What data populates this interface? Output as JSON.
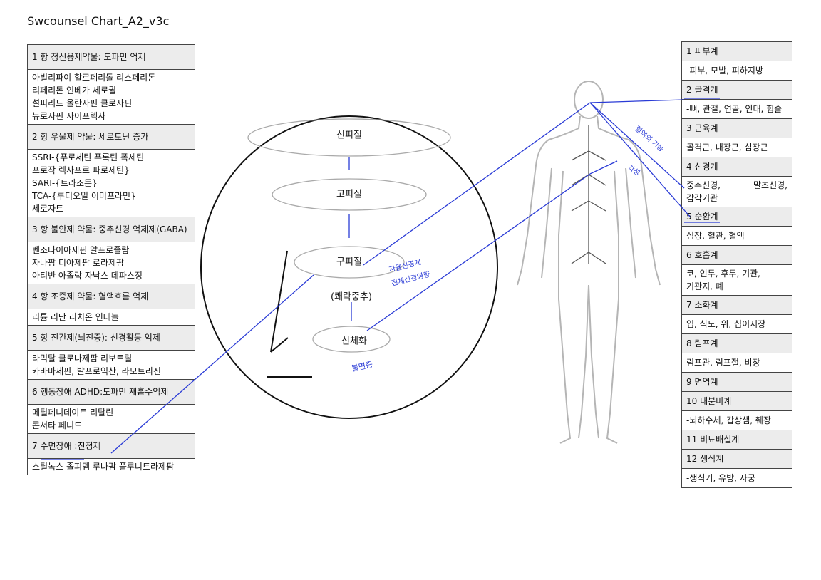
{
  "title": "Swcounsel Chart_A2_v3c",
  "drug_sections": [
    {
      "heading": "1 항 정신용제약물: 도파민 억제",
      "items": [
        "아빌리파이 할로페리돌 리스페리돈",
        "리페리돈 인베가 세로퀼",
        "설피리드 올란자핀 클로자핀",
        "뉴로자핀 자이프렉사"
      ]
    },
    {
      "heading": "2 항 우울제 약물: 세로토닌 증가",
      "items": [
        "SSRI-{푸로세틴 푸록틴 폭세틴",
        "프로작 렉사프로 파로세틴}",
        "SARI-{트라조돈}",
        "TCA-{루디오밀 이미프라민}",
        "세로자트"
      ]
    },
    {
      "heading": "3 항 불안제 약물: 중추신경 억제제(GABA)",
      "items": [
        "벤조다이아제핀 알프로졸람",
        "자나팜 디아제팜 로라제팜",
        "아티반 아졸락 자낙스 데파스정"
      ]
    },
    {
      "heading": "4 항 조증제 약물: 혈액흐름 억제",
      "items": [
        "리튬 리단 리치온 인데놀"
      ]
    },
    {
      "heading": "5 항 전간제(뇌전증): 신경활동 억제",
      "items": [
        "라믹탈 클로나제팜 리보트릴",
        "카바마제핀, 발프로익산, 라모트리진"
      ]
    },
    {
      "heading": "6 행동장애 ADHD:도파민 재흡수억제",
      "items": [
        "메틸페니데이트 리탈린",
        "콘서타 페니드"
      ]
    },
    {
      "heading": "7 수면장애 :진정제",
      "items": [
        "스틸녹스 졸피뎀 루나팜 플루니트라제팜"
      ]
    }
  ],
  "body_systems": [
    {
      "heading": "1 피부계",
      "detail": "-피부, 모발, 피하지방"
    },
    {
      "heading": "2 골격계",
      "detail": "-뼈, 관절, 연골, 인대, 힘줄"
    },
    {
      "heading": "3 근육계",
      "detail": "골격근, 내장근, 심장근"
    },
    {
      "heading": "4 신경계",
      "detail_left": "중추신경,",
      "detail_right": "말초신경,",
      "detail_line2": "감각기관"
    },
    {
      "heading": "5 순환계",
      "detail": "심장, 혈관, 혈액"
    },
    {
      "heading": "6 호흡계",
      "detail_left": "코, 인두, 후두, 기관,",
      "detail_line2": "기관지, 폐"
    },
    {
      "heading": "7 소화계",
      "detail": "입, 식도, 위, 십이지장"
    },
    {
      "heading": "8 림프계",
      "detail": "림프관, 림프절, 비장"
    },
    {
      "heading": "9 면역계",
      "detail": ""
    },
    {
      "heading": "10 내분비계",
      "detail": "-뇌하수체, 갑상샘, 췌장"
    },
    {
      "heading": "11 비뇨배설계",
      "detail": ""
    },
    {
      "heading": "12 생식계",
      "detail": "-생식기, 유방, 자궁"
    }
  ],
  "brain": {
    "levels": [
      "신피질",
      "고피질",
      "구피질",
      "신체화"
    ],
    "caption": "(쾌락중추)"
  },
  "annotations": {
    "ink_color": "#2a3bd6",
    "note_bottom": "불면증",
    "note_mid_1": "자율신경계",
    "note_mid_2": "전체신경영향",
    "note_body_1": "혈액의 기능",
    "note_body_2": "각성"
  }
}
